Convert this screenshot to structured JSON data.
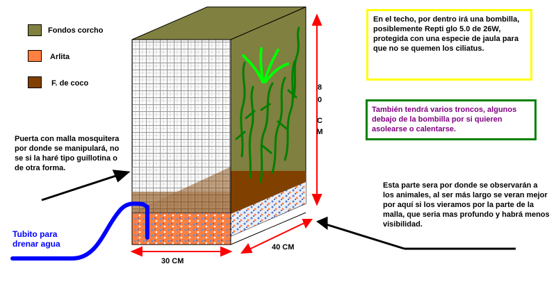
{
  "legend": [
    {
      "label": "Fondos corcho",
      "color": "#808040"
    },
    {
      "label": "Arlita",
      "color": "#ff8040"
    },
    {
      "label": "F. de coco",
      "color": "#804000"
    }
  ],
  "notes": {
    "lamp": "En el techo, por dentro irá una bombilla, posiblemente Repti glo 5.0 de 26W, protegida con una especie de jaula para que no se quemen los ciliatus.",
    "logs": "También tendrá varios troncos, algunos debajo de la bombilla por si quieren asolearse o calentarse.",
    "door": "Puerta con malla mosquitera por donde se manipulará, no se si la haré tipo guillotina o de otra forma.",
    "view": "Esta parte sera por donde se observarán a los animales, al ser más largo se veran mejor por aquí si los vieramos por la parte de la malla, que seria mas profundo y habrá menos visibilidad.",
    "drain": "Tubito para drenar agua"
  },
  "dimensions": {
    "height_line1": "8",
    "height_line2": "0",
    "height_line3": "C",
    "height_line4": "M",
    "width": "30 CM",
    "depth": "40 CM"
  },
  "colors": {
    "cork": "#808040",
    "arlita": "#ff8040",
    "coco": "#804000",
    "mesh": "#c0c0c0",
    "arrow_red": "#ff0000",
    "plant_green": "#008000",
    "plant_light": "#00ff00",
    "tube": "#0000ff",
    "lamp_box": "#ffff00",
    "logs_box": "#008000",
    "drain_text": "#0000ff",
    "logs_text": "#800080"
  }
}
